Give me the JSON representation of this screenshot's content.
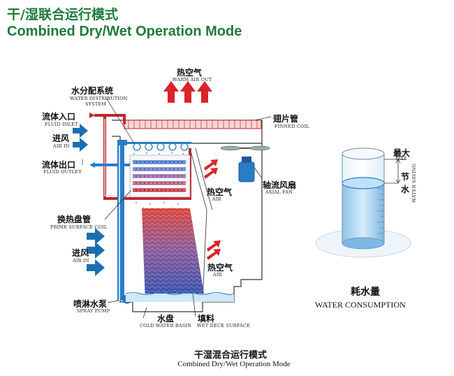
{
  "title": {
    "cn": "干/湿联合运行模式",
    "en": "Combined Dry/Wet Operation Mode"
  },
  "labels": {
    "warm_air_out": {
      "cn": "热空气",
      "en": "WARM AIR OUT"
    },
    "water_distribution": {
      "cn": "水分配系统",
      "en1": "WATER DISTRIBUTION",
      "en2": "SYSTEM"
    },
    "fluid_inlet": {
      "cn": "流体入口",
      "en": "FLUID INLET"
    },
    "finned_coil": {
      "cn": "翅片管",
      "en": "FINNED COIL"
    },
    "air_in_top": {
      "cn": "进风",
      "en": "AIR IN"
    },
    "fluid_outlet": {
      "cn": "流体出口",
      "en": "FLUID OUTLET"
    },
    "axial_fan": {
      "cn": "轴流风扇",
      "en": "AXIAL FAN"
    },
    "air_upper": {
      "cn": "热空气",
      "en": "AIR"
    },
    "prime_surface_coil": {
      "cn": "换热盘管",
      "en": "PRIME SURFACE COIL"
    },
    "air_in_bottom": {
      "cn": "进风",
      "en": "AIR IN"
    },
    "air_lower": {
      "cn": "热空气",
      "en": "AIR"
    },
    "spray_pump": {
      "cn": "喷淋水泵",
      "en": "SPRAY PUMP"
    },
    "cold_water_basin": {
      "cn": "水盘",
      "en": "COLD WATER BASIN"
    },
    "wet_deck": {
      "cn": "填料",
      "en": "WET DECK SURFACE"
    }
  },
  "caption": {
    "cn": "干湿混合运行模式",
    "en": "Combined Dry/Wet Operation Mode"
  },
  "water_consumption": {
    "max_cn": "最大",
    "max_en": "MAX",
    "saving_cn1": "节",
    "saving_cn2": "水",
    "saving_en": "WATER SAVING",
    "title_cn": "耗水量",
    "title_en": "WATER CONSUMPTION"
  },
  "colors": {
    "title_green": "#1e7a3c",
    "arrow_red": "#d8242a",
    "arrow_blue": "#1a6fb3",
    "pipe_red": "#c0272d",
    "pipe_blue": "#2a7cc7"
  }
}
